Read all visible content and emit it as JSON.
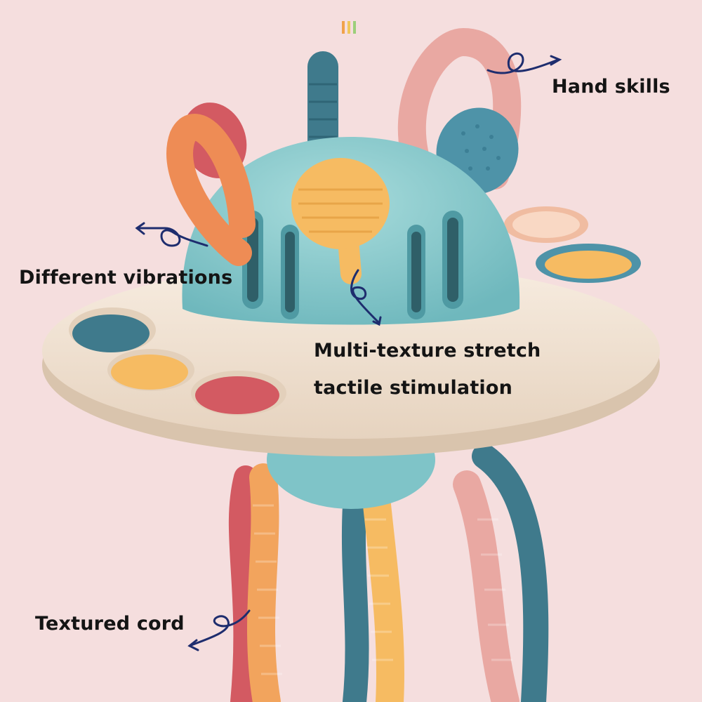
{
  "colors": {
    "background": "#f5dede",
    "base_cream": "#f2e3d3",
    "dome_teal": "#8fd0d0",
    "dark_teal": "#3f7a8c",
    "orange": "#ee8c55",
    "peach_yellow": "#f6bb62",
    "pink": "#e9a8a2",
    "red": "#d35a62",
    "arrow_navy": "#1e2d6e"
  },
  "labels": {
    "hand_skills": "Hand skills",
    "different_vibrations": "Different vibrations",
    "multi_texture_line1": "Multi-texture stretch",
    "multi_texture_line2": "tactile stimulation",
    "textured_cord": "Textured cord"
  },
  "icons": [
    "curly-arrow-icon"
  ]
}
